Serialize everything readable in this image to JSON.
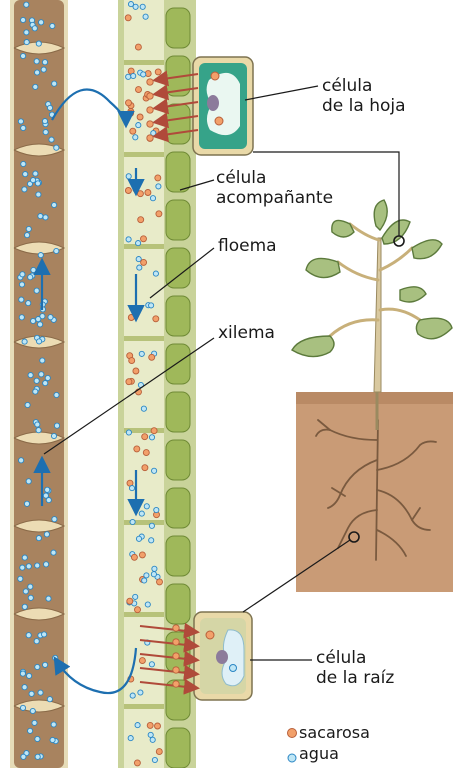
{
  "labels": {
    "leaf_cell": [
      "célula",
      "de la hoja"
    ],
    "companion_cell": [
      "célula",
      "acompañante"
    ],
    "phloem": "floema",
    "xylem": "xilema",
    "root_cell": [
      "célula",
      "de la raíz"
    ]
  },
  "legend": {
    "sucrose": "sacarosa",
    "water": "agua"
  },
  "colors": {
    "xylem": "#a8835f",
    "phloem_wall": "#d8e0b0",
    "companion": "#9fb85a",
    "sucrose": "#f2a06a",
    "water": "#bfe6f5",
    "arrow_blue": "#1d6fb0",
    "arrow_red": "#b04a3a",
    "soil": "#c99b76",
    "stem": "#d9c9a0",
    "leaf": "#a8c080"
  }
}
